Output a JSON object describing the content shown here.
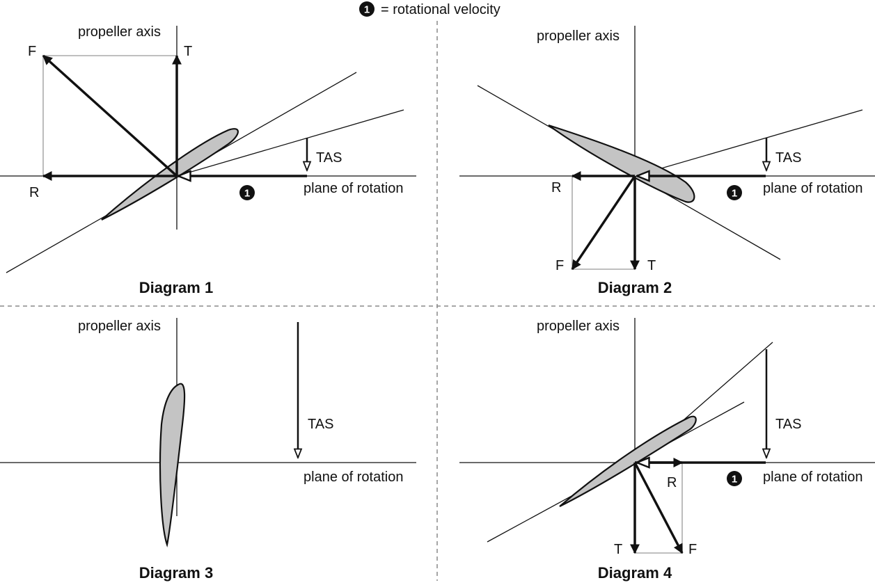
{
  "legend": {
    "marker": "1",
    "text": "= rotational velocity"
  },
  "labels": {
    "propeller_axis": "propeller axis",
    "plane_of_rotation": "plane of rotation",
    "tas": "TAS",
    "thrust": "T",
    "force": "F",
    "resistance": "R",
    "rotation_marker": "1"
  },
  "diagrams": [
    {
      "title": "Diagram 1"
    },
    {
      "title": "Diagram 2"
    },
    {
      "title": "Diagram 3"
    },
    {
      "title": "Diagram 4"
    }
  ],
  "colors": {
    "blade_fill": "#c4c4c4",
    "line": "#111111",
    "construction": "#999999",
    "divider": "#888888"
  }
}
